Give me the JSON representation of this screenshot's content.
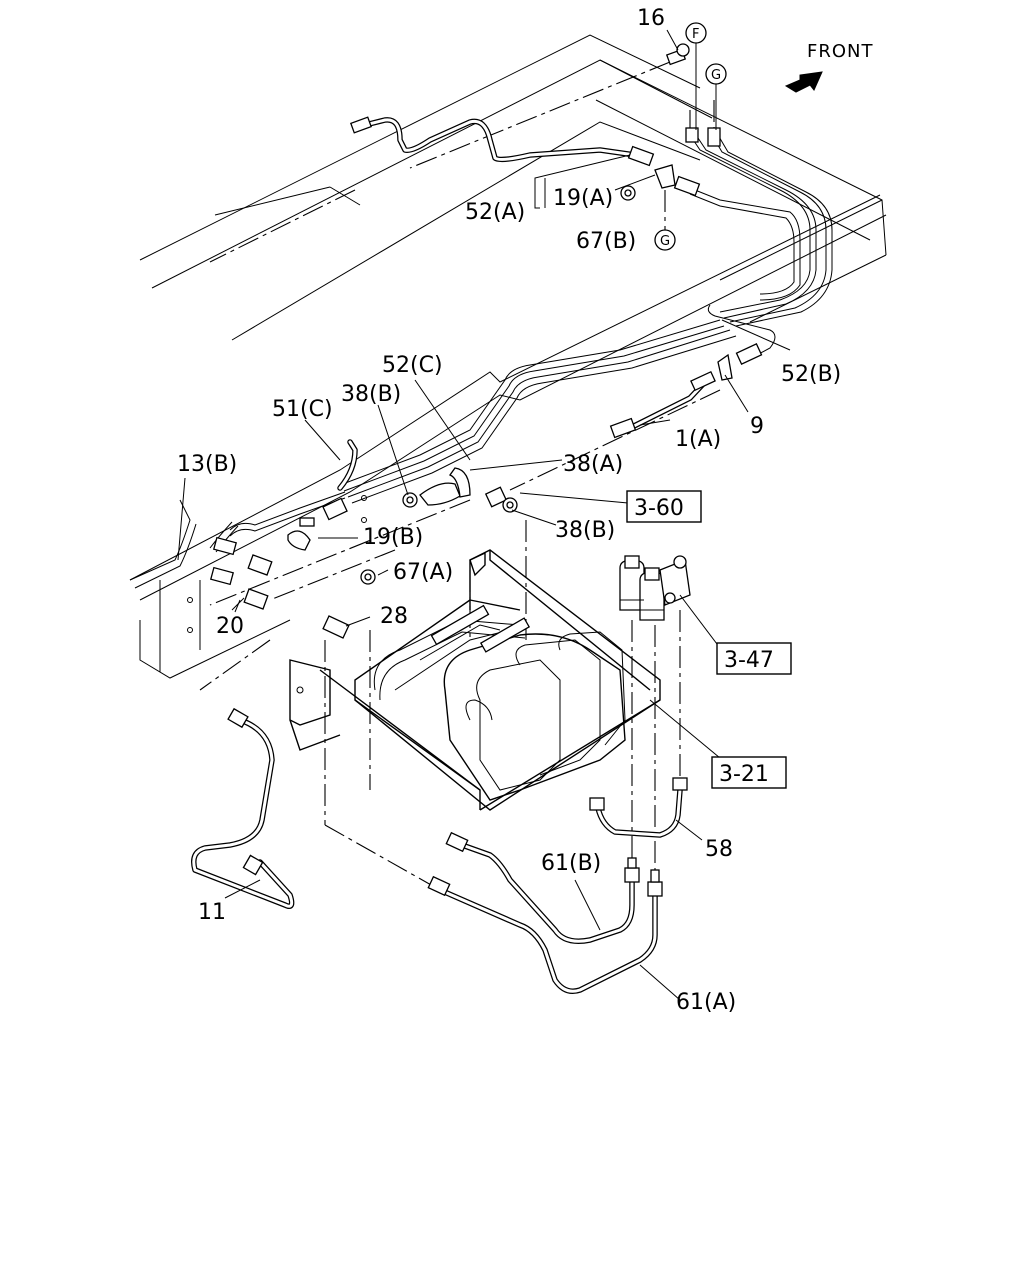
{
  "front_label": "FRONT",
  "circles": {
    "f_top": "F",
    "g_top": "G",
    "g_mid": "G"
  },
  "callouts": {
    "c16": "16",
    "c52a": "52(A)",
    "c19a": "19(A)",
    "c67b": "67(B)",
    "c52b": "52(B)",
    "c52c": "52(C)",
    "c38b_top": "38(B)",
    "c51c": "51(C)",
    "c1a": "1(A)",
    "c9": "9",
    "c13b": "13(B)",
    "c38a": "38(A)",
    "c19b": "19(B)",
    "c38b_mid": "38(B)",
    "c67a": "67(A)",
    "c20": "20",
    "c28": "28",
    "c58": "58",
    "c61b": "61(B)",
    "c11": "11",
    "c61a": "61(A)"
  },
  "references": {
    "r360": "3-60",
    "r347": "3-47",
    "r321": "3-21"
  }
}
